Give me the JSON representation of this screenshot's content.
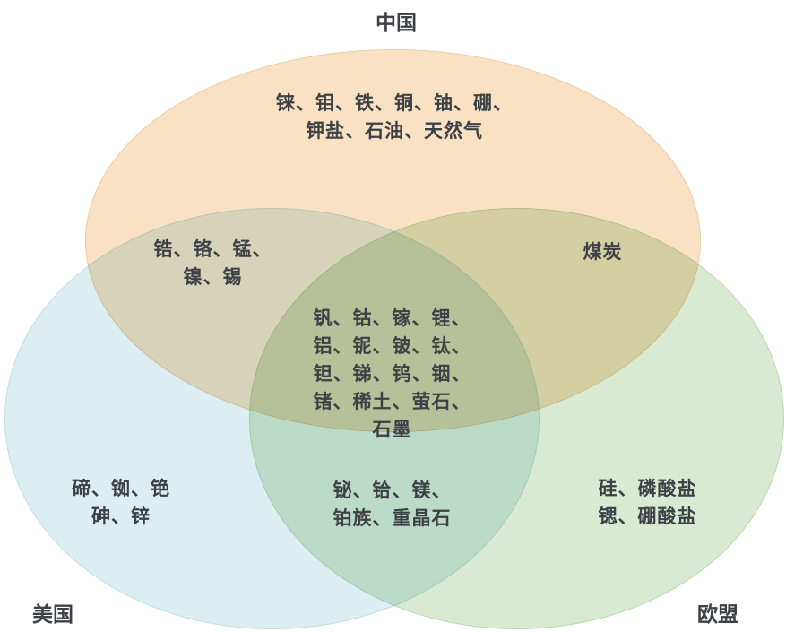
{
  "diagram": {
    "title": "critical-minerals-venn",
    "labels": {
      "china": "中国",
      "usa": "美国",
      "eu": "欧盟"
    },
    "colors": {
      "china_fill": "#f9e2c4",
      "usa_fill": "#dceef2",
      "eu_fill": "#d9ead3",
      "text": "#3d4045"
    },
    "regions": {
      "china_only": {
        "lines": [
          "铼、钼、铁、铜、铀、硼、",
          "钾盐、石油、天然气"
        ]
      },
      "china_usa": {
        "lines": [
          "锆、铬、锰、",
          "镍、锡"
        ]
      },
      "china_eu": {
        "lines": [
          "煤炭"
        ]
      },
      "all_three": {
        "lines": [
          "钒、钴、镓、锂、",
          "铝、铌、铍、钛、",
          "钽、锑、钨、铟、",
          "锗、稀土、萤石、",
          "石墨"
        ]
      },
      "usa_only": {
        "lines": [
          "碲、铷、铯",
          "砷、锌"
        ]
      },
      "usa_eu": {
        "lines": [
          "铋、铪、镁、",
          "铂族、重晶石"
        ]
      },
      "eu_only": {
        "lines": [
          "硅、磷酸盐",
          "锶、硼酸盐"
        ]
      }
    }
  }
}
